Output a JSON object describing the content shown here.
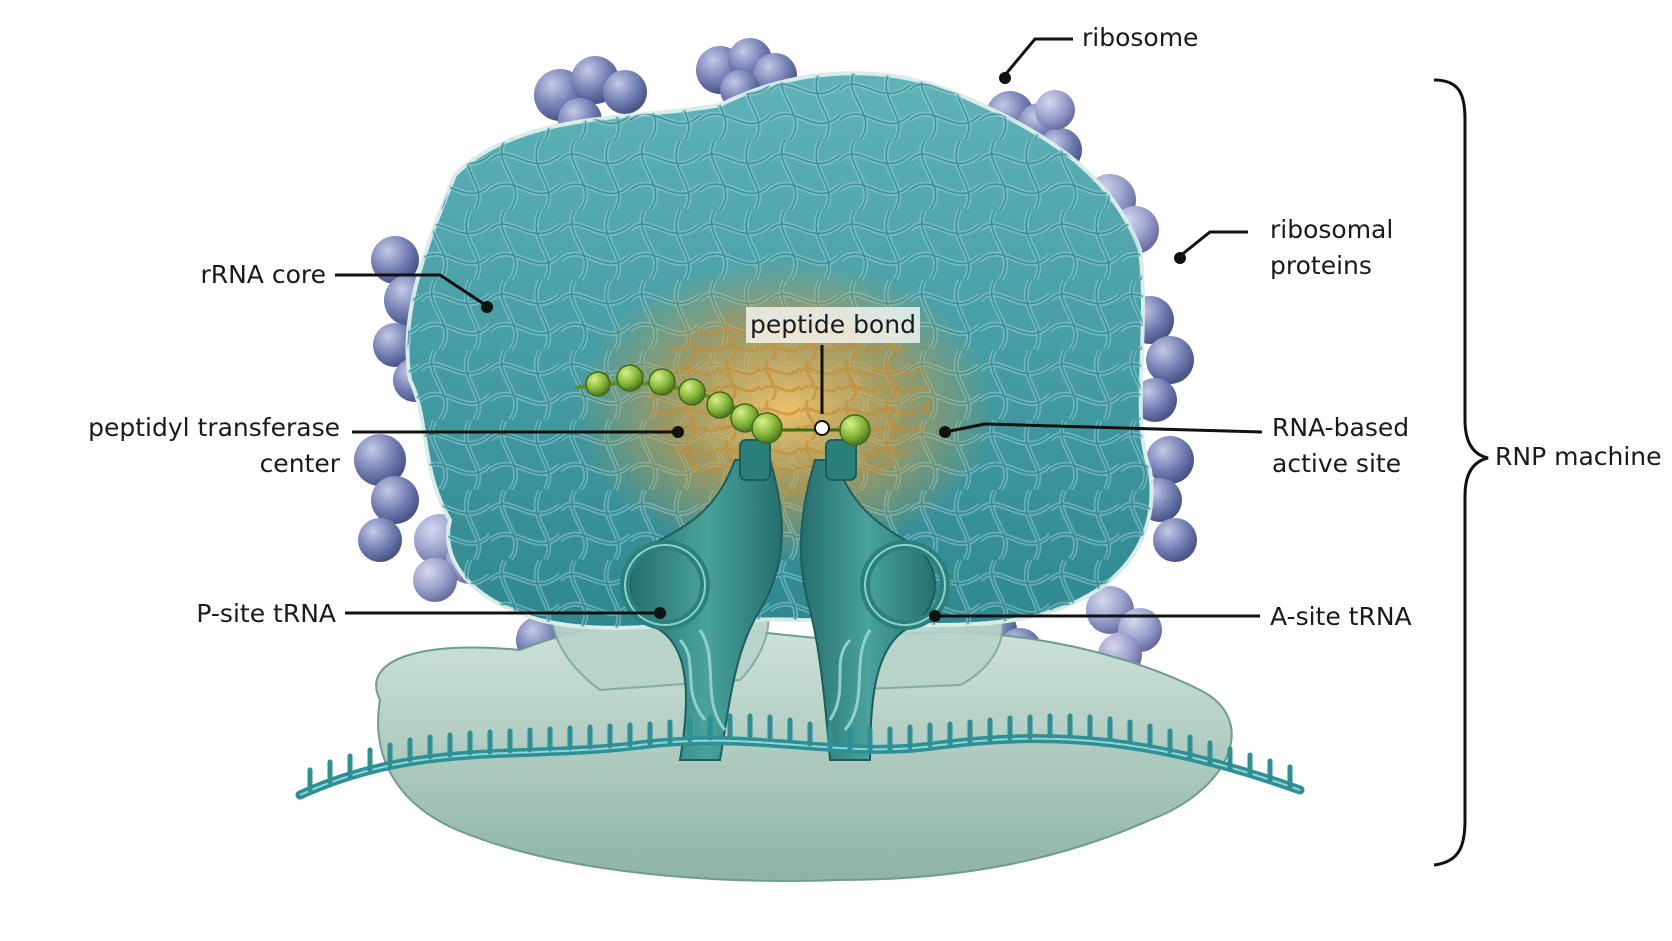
{
  "labels": {
    "ribosome": "ribosome",
    "rrna_core": "rRNA core",
    "ribosomal_proteins_line1": "ribosomal",
    "ribosomal_proteins_line2": "proteins",
    "peptide_bond": "peptide bond",
    "peptidyl_transferase_line1": "peptidyl transferase",
    "peptidyl_transferase_line2": "center",
    "rna_active_site_line1": "RNA-based",
    "rna_active_site_line2": "active site",
    "p_site_trna": "P-site tRNA",
    "a_site_trna": "A-site tRNA",
    "rnp_machine": "RNP machine"
  },
  "colors": {
    "rrna": "#3f9aa3",
    "rrna_dark": "#1f6f78",
    "protein": "#6f79ad",
    "protein_light": "#a3a8cf",
    "core_glow": "#e0a84a",
    "trna": "#2f8a86",
    "small_subunit": "#b9d3c8",
    "mrna": "#2e8f94",
    "peptide": "#86b83a",
    "leader": "#111111"
  },
  "icons": {
    "bracket": "curly-brace-icon",
    "leader_dot": "callout-dot-icon"
  }
}
